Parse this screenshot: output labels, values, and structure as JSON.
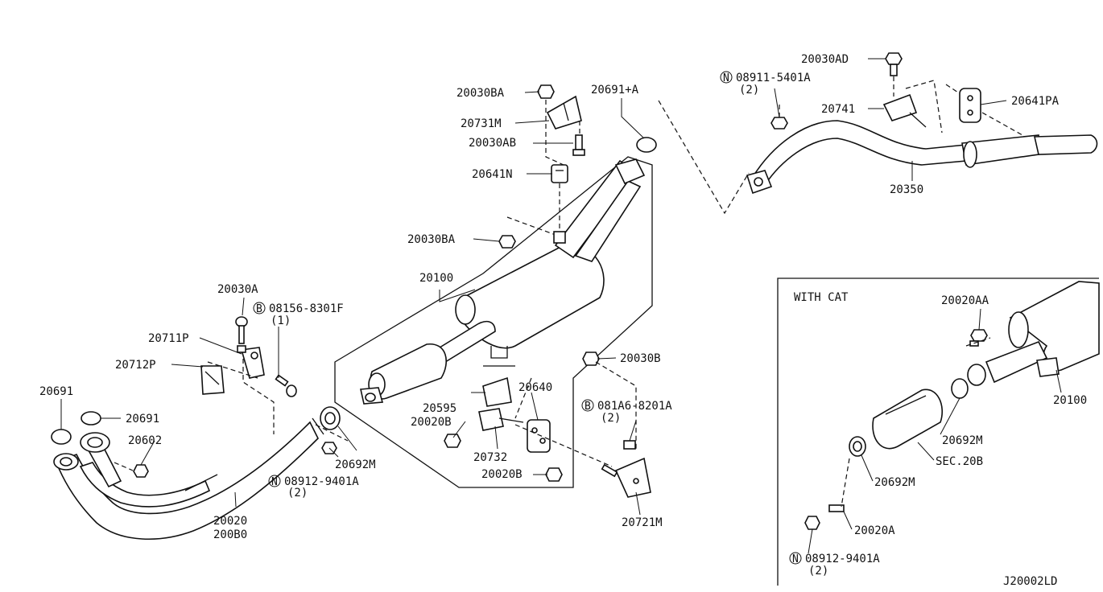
{
  "diagram_code": "J20002LD",
  "inset": {
    "title": "WITH CAT"
  },
  "labels": {
    "p20030BA_top": "20030BA",
    "p20731M": "20731M",
    "p20030AB": "20030AB",
    "p20641N": "20641N",
    "p20030BA_mid": "20030BA",
    "p20691A": "20691+A",
    "p20100": "20100",
    "p20030A": "20030A",
    "b08156": "08156-8301F",
    "b08156_qty": "(1)",
    "p20711P": "20711P",
    "p20712P": "20712P",
    "p20691_a": "20691",
    "p20691_b": "20691",
    "p20602": "20602",
    "p20020": "20020",
    "p200B0": "200B0",
    "n08912": "08912-9401A",
    "n08912_qty": "(2)",
    "p20692M": "20692M",
    "p20595": "20595",
    "p20020B_a": "20020B",
    "p20732": "20732",
    "p20020B_b": "20020B",
    "p20640": "20640",
    "p20030B": "20030B",
    "b081A6": "081A6-8201A",
    "b081A6_qty": "(2)",
    "p20721M": "20721M",
    "p20030AD": "20030AD",
    "n08911": "08911-5401A",
    "n08911_qty": "(2)",
    "p20741": "20741",
    "p20641PA": "20641PA",
    "p20350": "20350",
    "i20020AA": "20020AA",
    "i20100": "20100",
    "i20692M_a": "20692M",
    "iSEC20B": "SEC.20B",
    "i20692M_b": "20692M",
    "i20020A": "20020A",
    "in08912": "08912-9401A",
    "in08912_qty": "(2)"
  },
  "prefix_symbols": {
    "bolt": "B",
    "nut": "N"
  }
}
